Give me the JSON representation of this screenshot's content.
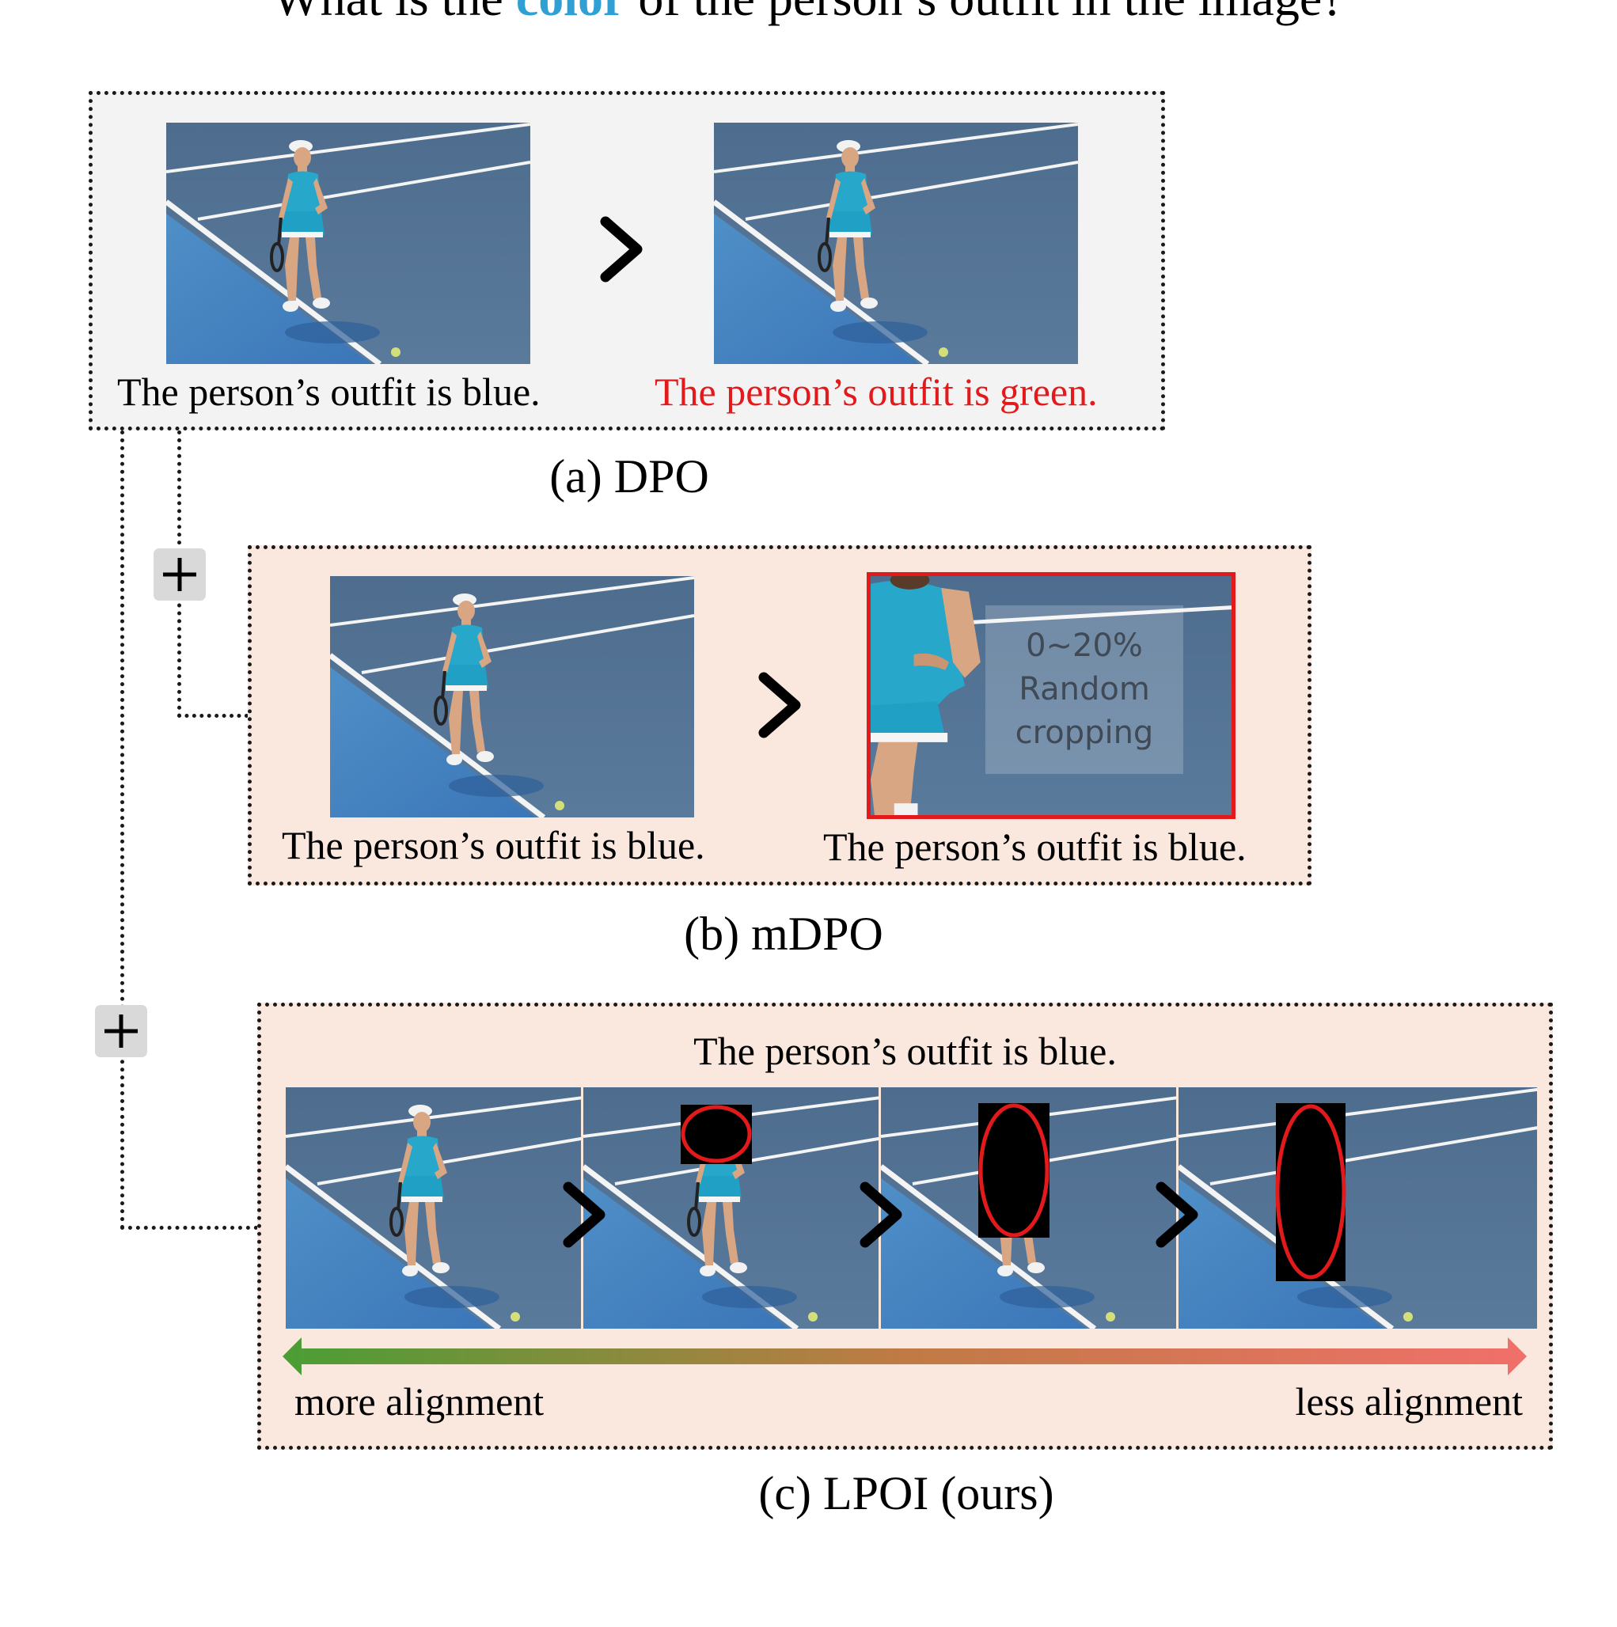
{
  "question": {
    "before": "What is the ",
    "highlight": "color",
    "after": " of the person’s outfit in the image?",
    "highlight_color": "#2f9fd4"
  },
  "panel_a": {
    "label": "(a) DPO",
    "chosen_caption": "The person’s outfit is blue.",
    "rejected_caption": "The person’s outfit is green.",
    "rejected_color": "#e31a1c",
    "background": "#f3f3f3"
  },
  "panel_b": {
    "label": "(b) mDPO",
    "chosen_caption": "The person’s outfit is blue.",
    "rejected_caption": "The person’s outfit is blue.",
    "crop_text_line1": "0~20%",
    "crop_text_line2": "Random",
    "crop_text_line3": "cropping",
    "crop_border_color": "#e31a1c",
    "background": "#fae7de"
  },
  "panel_c": {
    "label": "(c) LPOI (ours)",
    "caption": "The person’s outfit is blue.",
    "left_axis_label": "more alignment",
    "right_axis_label": "less alignment",
    "gradient_start": "#4a9e35",
    "gradient_end": "#f0706a",
    "background": "#fae7de"
  },
  "icons": {
    "comparison": "chevron-right-icon",
    "plus": "plus-icon"
  }
}
